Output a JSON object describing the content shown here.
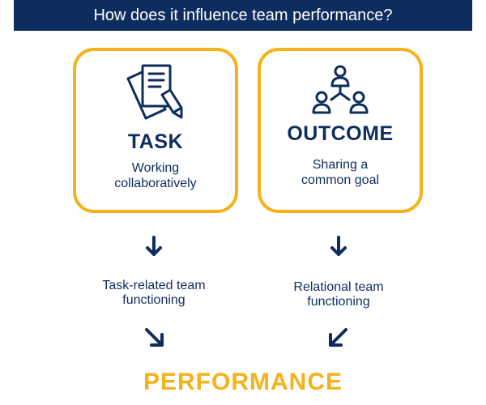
{
  "header": {
    "title": "How does it influence team performance?"
  },
  "cards": {
    "task": {
      "icon": "documents-pen-icon",
      "title": "TASK",
      "subtitle_line1": "Working",
      "subtitle_line2": "collaboratively"
    },
    "outcome": {
      "icon": "team-network-icon",
      "title": "OUTCOME",
      "subtitle_line1": "Sharing a",
      "subtitle_line2": "common goal"
    }
  },
  "middle": {
    "left_line1": "Task-related team",
    "left_line2": "functioning",
    "right_line1": "Relational team",
    "right_line2": "functioning"
  },
  "result": {
    "label": "PERFORMANCE"
  },
  "colors": {
    "navy": "#0d2d5e",
    "gold": "#f5b21a"
  }
}
